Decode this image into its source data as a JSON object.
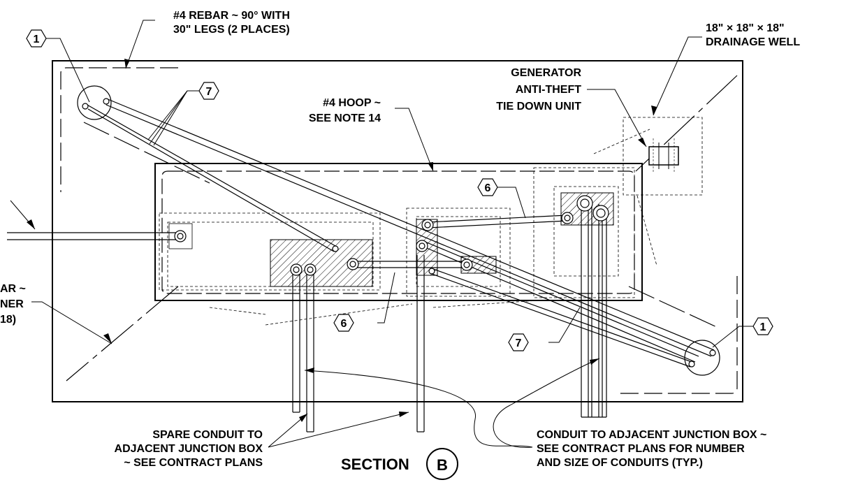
{
  "labels": {
    "rebar_legs_line1": "#4 REBAR ~ 90° WITH",
    "rebar_legs_line2": "30\" LEGS (2 PLACES)",
    "drainage_line1": "18\" × 18\" × 18\"",
    "drainage_line2": "DRAINAGE WELL",
    "generator_line1": "GENERATOR",
    "generator_line2": "ANTI-THEFT",
    "generator_line3": "TIE DOWN UNIT",
    "hoop_line1": "#4 HOOP ~",
    "hoop_line2": "SEE NOTE 14",
    "left_cut_line1": "AR ~",
    "left_cut_line2": "NER",
    "left_cut_line3": "18)",
    "spare_line1": "SPARE CONDUIT TO",
    "spare_line2": "ADJACENT JUNCTION BOX",
    "spare_line3": "~ SEE CONTRACT PLANS",
    "conduit_line1": "CONDUIT TO ADJACENT JUNCTION BOX ~",
    "conduit_line2": "SEE CONTRACT PLANS FOR NUMBER",
    "conduit_line3": "AND SIZE OF CONDUITS (TYP.)",
    "section_word": "SECTION",
    "section_letter": "B"
  },
  "callouts": {
    "c1_top": "1",
    "c7_top": "7",
    "c6_right": "6",
    "c6_bottom": "6",
    "c7_bottom": "7",
    "c1_right": "1"
  }
}
